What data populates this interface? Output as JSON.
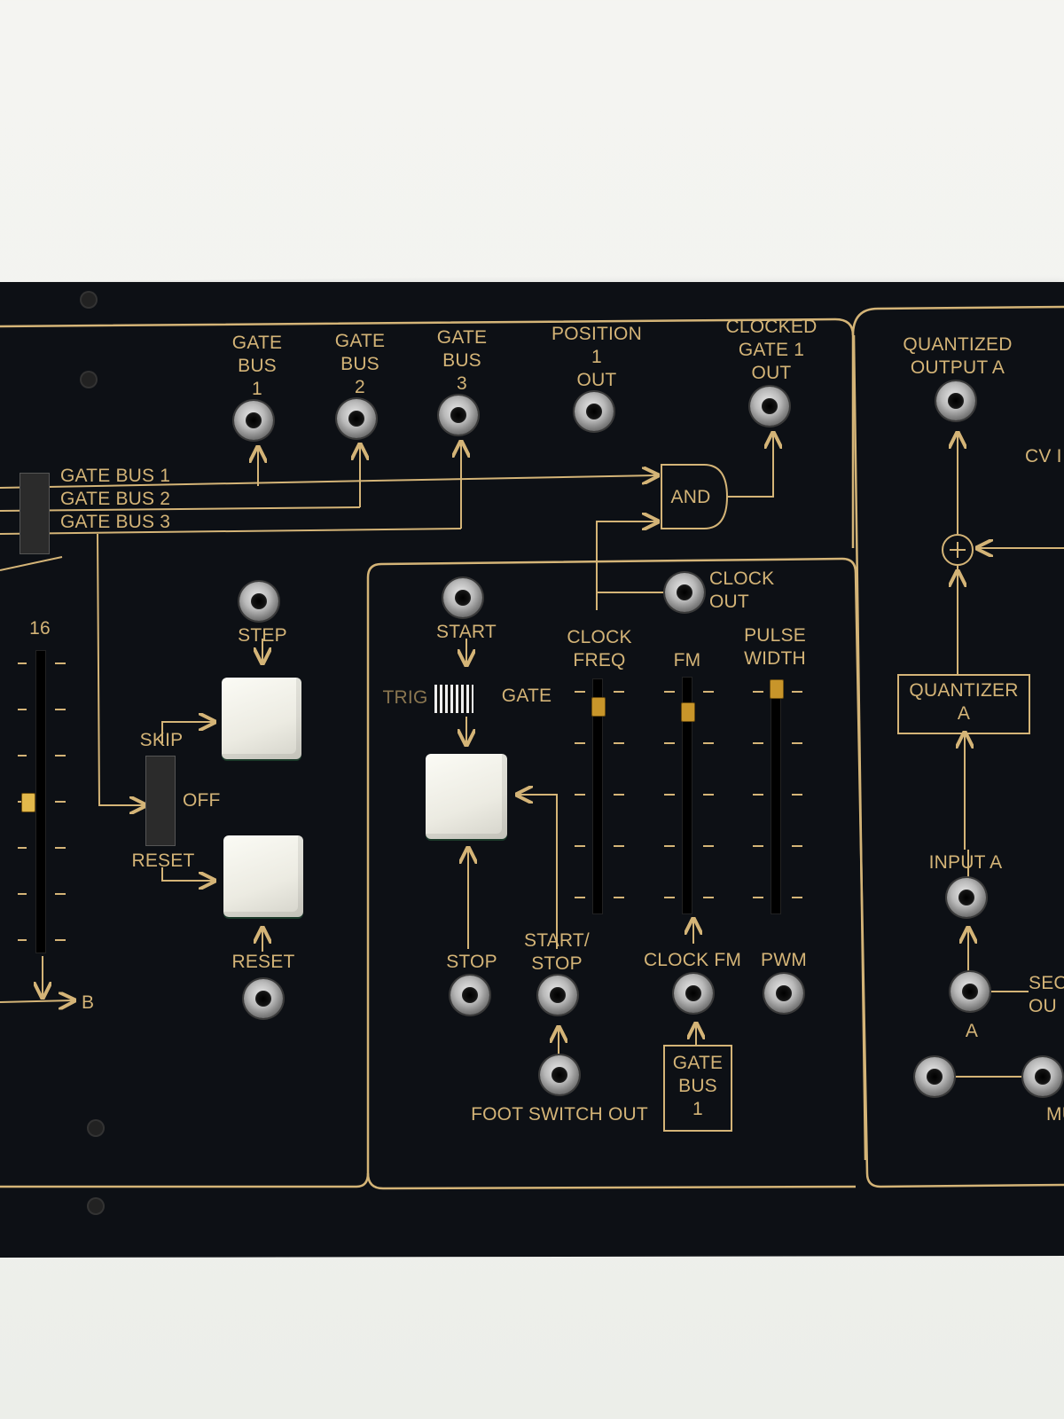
{
  "top_labels": {
    "gate_bus_1": "GATE\nBUS\n1",
    "gate_bus_2": "GATE\nBUS\n2",
    "gate_bus_3": "GATE\nBUS\n3",
    "position_1_out": "POSITION\n1\nOUT",
    "clocked_gate_1_out": "CLOCKED\nGATE 1\nOUT",
    "quantized_output_a": "QUANTIZED\nOUTPUT A",
    "cv": "CV I"
  },
  "bus_lines": [
    "GATE BUS 1",
    "GATE BUS 2",
    "GATE BUS 3"
  ],
  "and_gate": "AND",
  "clock_out": "CLOCK\nOUT",
  "left_section": {
    "step_number": "16",
    "step": "STEP",
    "skip": "SKIP",
    "off": "OFF",
    "reset_switch": "RESET",
    "reset_jack": "RESET",
    "b": "B"
  },
  "center_section": {
    "start": "START",
    "trig": "TRIG",
    "gate": "GATE",
    "clock_freq": "CLOCK\nFREQ",
    "fm": "FM",
    "pulse_width": "PULSE\nWIDTH",
    "stop": "STOP",
    "start_stop": "START/\nSTOP",
    "clock_fm": "CLOCK FM",
    "pwm": "PWM",
    "foot_switch_out": "FOOT SWITCH OUT",
    "gate_bus_1_box": "GATE\nBUS\n1"
  },
  "right_section": {
    "quantizer_a": "QUANTIZER\nA",
    "input_a": "INPUT A",
    "a": "A",
    "sec": "SEC\nOU",
    "mu": "MU",
    "plus": "+"
  },
  "colors": {
    "panel": "#0d1015",
    "legend": "#d4b477",
    "slider_cap": "#c8952a"
  }
}
